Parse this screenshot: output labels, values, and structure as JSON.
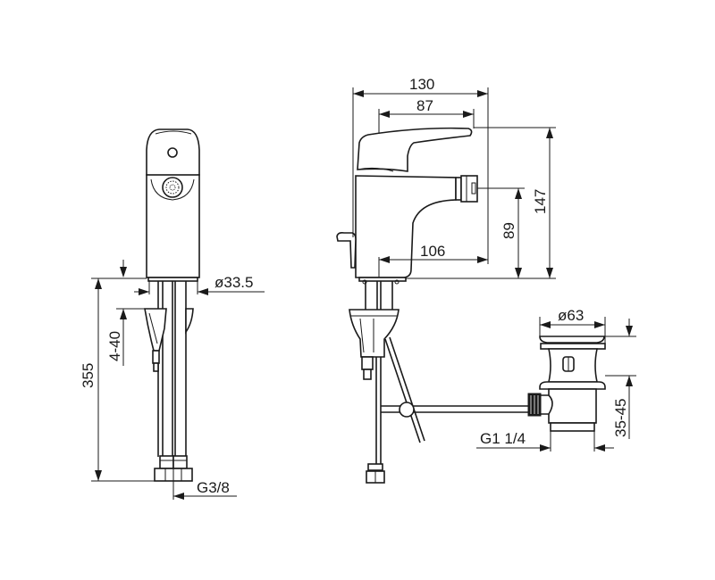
{
  "drawing": {
    "subject": "bidet mixer with pop-up waste",
    "line_color": "#1a1a1a",
    "background": "#ffffff",
    "units": "mm"
  },
  "front_view": {
    "dimensions": {
      "spout_base_diameter": "ø33.5",
      "deck_thickness": "4-40",
      "total_height": "355",
      "connection_thread": "G3/8"
    }
  },
  "side_view": {
    "dimensions": {
      "overall_depth": "130",
      "lever_reach": "87",
      "spout_reach": "106",
      "outlet_height": "89",
      "total_height": "147"
    }
  },
  "waste_valve": {
    "dimensions": {
      "plug_diameter": "ø63",
      "waste_thread": "G1 1/4",
      "basin_thickness": "35-45"
    }
  }
}
